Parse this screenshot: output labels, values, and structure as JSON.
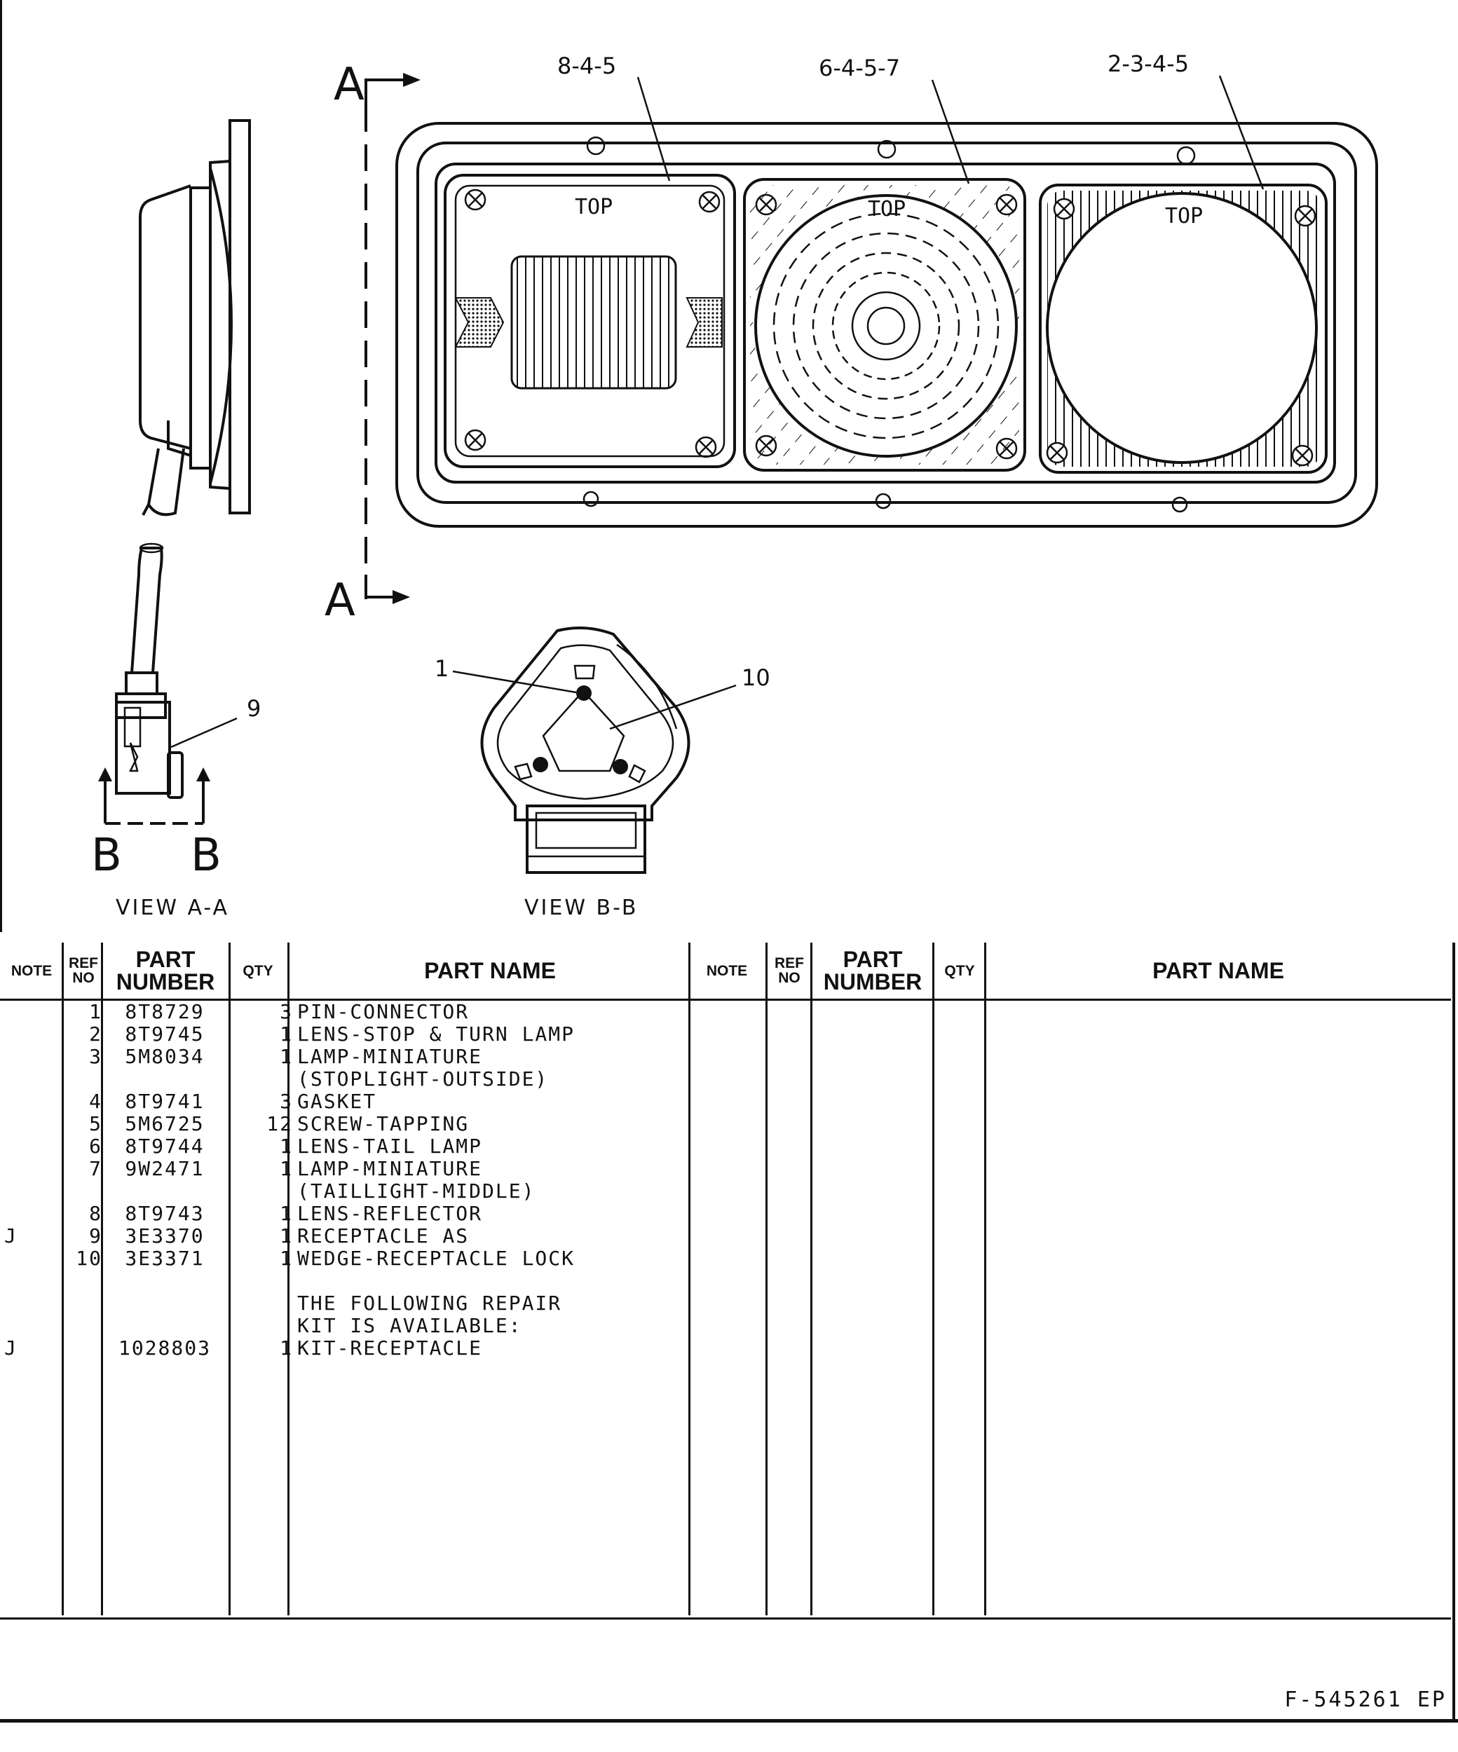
{
  "drawing": {
    "callouts": {
      "reflector_lens": "8-4-5",
      "tail_lens": "6-4-5-7",
      "stop_turn_lens": "2-3-4-5",
      "pin": "1",
      "wedge": "10",
      "receptacle": "9"
    },
    "top_labels": [
      "TOP",
      "TOP",
      "TOP"
    ],
    "section_a_top": "A",
    "section_a_bottom": "A",
    "section_b_left": "B",
    "section_b_right": "B",
    "view_aa": "VIEW A-A",
    "view_bb": "VIEW B-B"
  },
  "table": {
    "headers_left": {
      "note": "NOTE",
      "ref_no": "REF NO",
      "part_number": "PART NUMBER",
      "qty": "QTY",
      "part_name": "PART NAME"
    },
    "headers_right": {
      "note": "NOTE",
      "ref_no": "REF NO",
      "part_number": "PART NUMBER",
      "qty": "QTY",
      "part_name": "PART NAME"
    },
    "rows": [
      {
        "note": "",
        "ref": "1",
        "part": "8T8729",
        "qty": "3",
        "name": "PIN-CONNECTOR"
      },
      {
        "note": "",
        "ref": "2",
        "part": "8T9745",
        "qty": "1",
        "name": "LENS-STOP & TURN LAMP"
      },
      {
        "note": "",
        "ref": "3",
        "part": "5M8034",
        "qty": "1",
        "name": "LAMP-MINIATURE"
      },
      {
        "note": "",
        "ref": "",
        "part": "",
        "qty": "",
        "name": "(STOPLIGHT-OUTSIDE)"
      },
      {
        "note": "",
        "ref": "4",
        "part": "8T9741",
        "qty": "3",
        "name": "GASKET"
      },
      {
        "note": "",
        "ref": "5",
        "part": "5M6725",
        "qty": "12",
        "name": "SCREW-TAPPING"
      },
      {
        "note": "",
        "ref": "6",
        "part": "8T9744",
        "qty": "1",
        "name": "LENS-TAIL LAMP"
      },
      {
        "note": "",
        "ref": "7",
        "part": "9W2471",
        "qty": "1",
        "name": "LAMP-MINIATURE"
      },
      {
        "note": "",
        "ref": "",
        "part": "",
        "qty": "",
        "name": "(TAILLIGHT-MIDDLE)"
      },
      {
        "note": "",
        "ref": "8",
        "part": "8T9743",
        "qty": "1",
        "name": "LENS-REFLECTOR"
      },
      {
        "note": "J",
        "ref": "9",
        "part": "3E3370",
        "qty": "1",
        "name": "RECEPTACLE AS"
      },
      {
        "note": "",
        "ref": "10",
        "part": "3E3371",
        "qty": "1",
        "name": "WEDGE-RECEPTACLE LOCK"
      },
      {
        "note": "",
        "ref": "",
        "part": "",
        "qty": "",
        "name": ""
      },
      {
        "note": "",
        "ref": "",
        "part": "",
        "qty": "",
        "name": "THE FOLLOWING REPAIR"
      },
      {
        "note": "",
        "ref": "",
        "part": "",
        "qty": "",
        "name": "KIT IS AVAILABLE:"
      },
      {
        "note": "J",
        "ref": "",
        "part": "1028803",
        "qty": "1",
        "name": "KIT-RECEPTACLE"
      }
    ]
  },
  "footer": {
    "figure_ref": "F-545261 EP"
  }
}
